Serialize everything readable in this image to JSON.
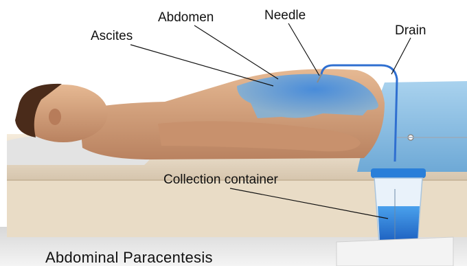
{
  "labels": {
    "abdomen": "Abdomen",
    "needle": "Needle",
    "drain": "Drain",
    "ascites": "Ascites",
    "collection_container": "Collection container"
  },
  "title": "Abdominal Paracentesis",
  "colors": {
    "background": "#ffffff",
    "skin": "#d9a882",
    "fluid": "#3f8fe0",
    "drape": "#8fc3e6",
    "mattress": "#efe3cf",
    "tube": "#2f6fd0"
  }
}
